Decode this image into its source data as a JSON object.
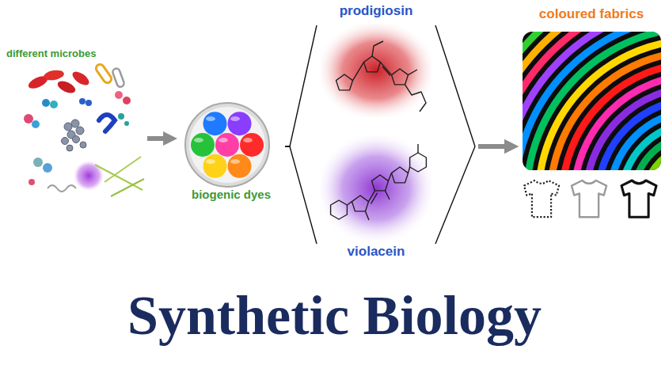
{
  "diagram": {
    "title": "Synthetic Biology",
    "nodes": [
      {
        "text": [
          "different microbes"
        ]
      },
      {
        "text": [
          "biogenic dyes"
        ]
      },
      {
        "text": [
          "prodigiosin"
        ]
      },
      {
        "text": [
          "violacein"
        ]
      },
      {
        "text": [
          "coloured fabrics"
        ]
      }
    ],
    "edges": [
      {
        "from": 0,
        "to": 1,
        "arrow": "to"
      },
      {
        "from": 1,
        "to": 2,
        "arrow": "none"
      },
      {
        "from": 1,
        "to": 3,
        "arrow": "none"
      },
      {
        "from": 2,
        "to": 4,
        "arrow": "to"
      },
      {
        "from": 3,
        "to": 4,
        "arrow": "to"
      }
    ]
  }
}
